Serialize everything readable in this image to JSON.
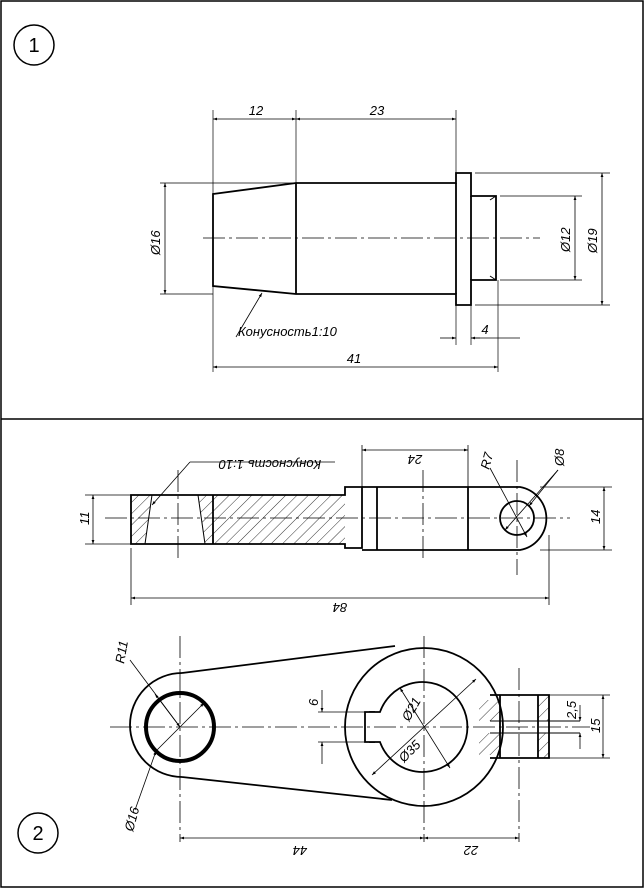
{
  "figure1": {
    "number": "1",
    "dims": {
      "d12_len": "12",
      "d23_len": "23",
      "dia16": "Ø16",
      "dia12": "Ø12",
      "dia19": "Ø19",
      "d4": "4",
      "d41": "41"
    },
    "taper_note": "Конусность1:10"
  },
  "figure2": {
    "number": "2",
    "top_view": {
      "taper_note": "Конусность 1:10",
      "d24": "24",
      "r7": "R7",
      "d8": "Ø8",
      "d11": "11",
      "d14": "14",
      "d84": "84"
    },
    "plan_view": {
      "r11": "R11",
      "d16": "Ø16",
      "d6": "6",
      "d21": "Ø21",
      "d35": "Ø35",
      "d2_5": "2,5",
      "d15": "15",
      "d44": "44",
      "d22": "22"
    }
  }
}
